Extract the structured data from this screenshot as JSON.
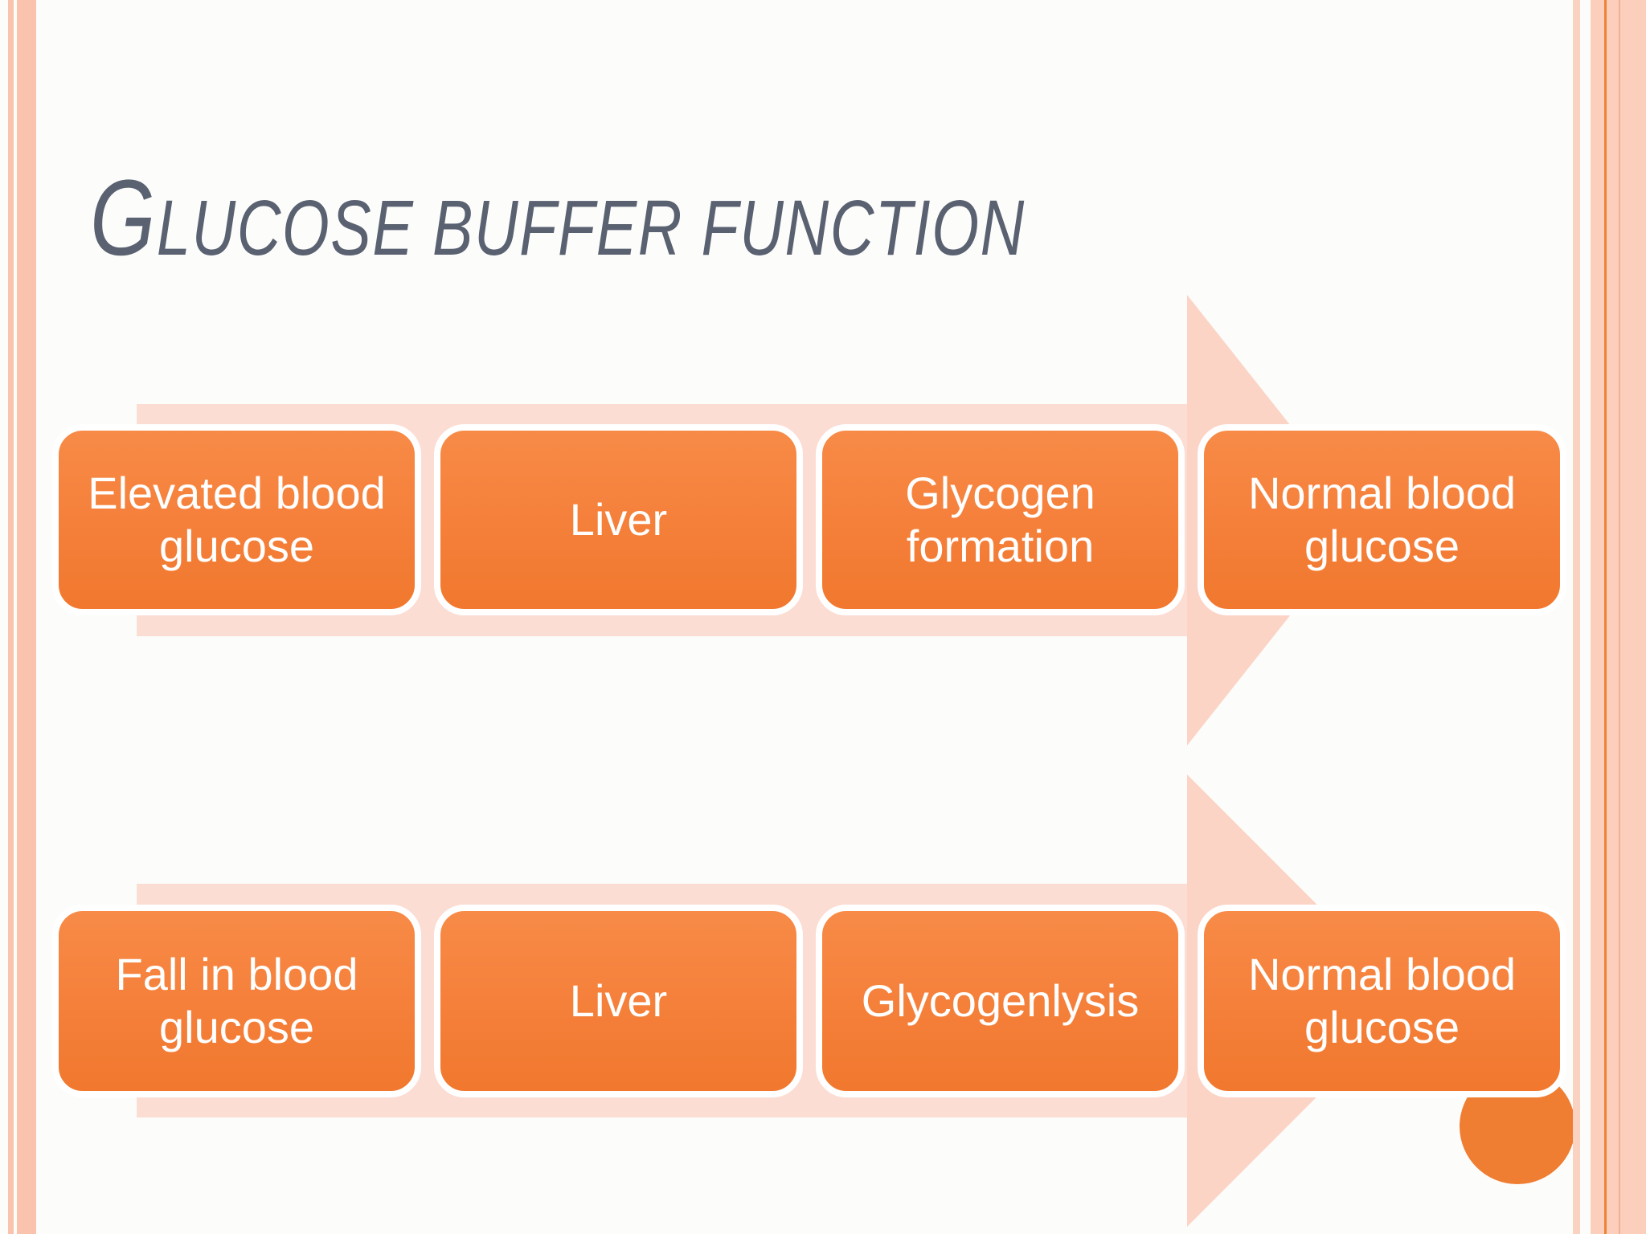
{
  "slide": {
    "title": {
      "lead": "G",
      "rest": "lucose buffer function"
    },
    "processes": [
      {
        "steps": [
          "Elevated blood glucose",
          "Liver",
          "Glycogen formation",
          "Normal blood glucose"
        ]
      },
      {
        "steps": [
          "Fall in blood glucose",
          "Liver",
          "Glycogenlysis",
          "Normal blood glucose"
        ]
      }
    ],
    "colors": {
      "box_orange": "#F5813C",
      "box_text": "#FFFFFF",
      "accent_circle": "#EF7D32",
      "arrow_band": "#FCDDD4",
      "arrow_head": "#FBD4C6",
      "frame_stripe": "#F9C3AE",
      "frame_stripe_light": "#FAD2C2",
      "frame_band": "#FBCFBB",
      "frame_line": "#ED8435",
      "title_text": "#5A6170"
    }
  }
}
